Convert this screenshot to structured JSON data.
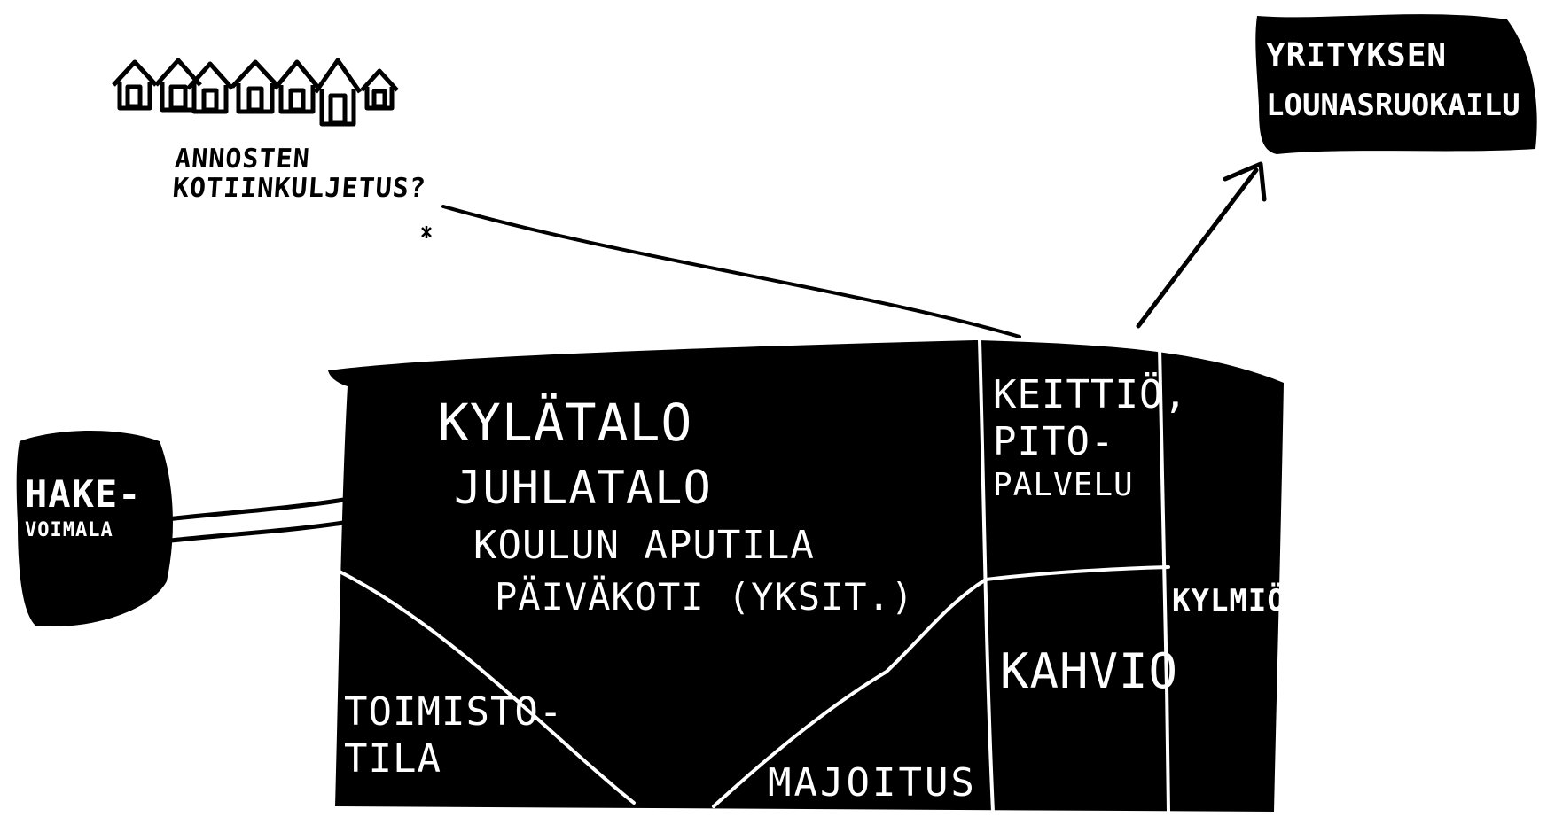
{
  "colors": {
    "ink": "#000000",
    "paper": "#ffffff"
  },
  "icons": {
    "houses": [
      "house-icon",
      "house-icon",
      "house-icon",
      "house-icon",
      "house-icon",
      "house-icon",
      "house-icon"
    ]
  },
  "labels": {
    "delivery_line1": "ANNOSTEN",
    "delivery_line2": "KOTIINKULJETUS?",
    "corporate_line1": "YRITYKSEN",
    "corporate_line2": "LOUNASRUOKAILU",
    "plant_line1": "HAKE-",
    "plant_line2": "VOIMALA",
    "hall_line1": "KYLÄTALO",
    "hall_line2": "JUHLATALO",
    "hall_line3": "KOULUN APUTILA",
    "hall_line4": "PÄIVÄKOTI (YKSIT.)",
    "kitchen_line1": "KEITTIÖ,",
    "kitchen_line2": "PITO-",
    "kitchen_line3": "PALVELU",
    "cafe": "KAHVIO",
    "cold": "KYLMIÖ",
    "office_line1": "TOIMISTO-",
    "office_line2": "TILA",
    "lodging": "MAJOITUS"
  }
}
